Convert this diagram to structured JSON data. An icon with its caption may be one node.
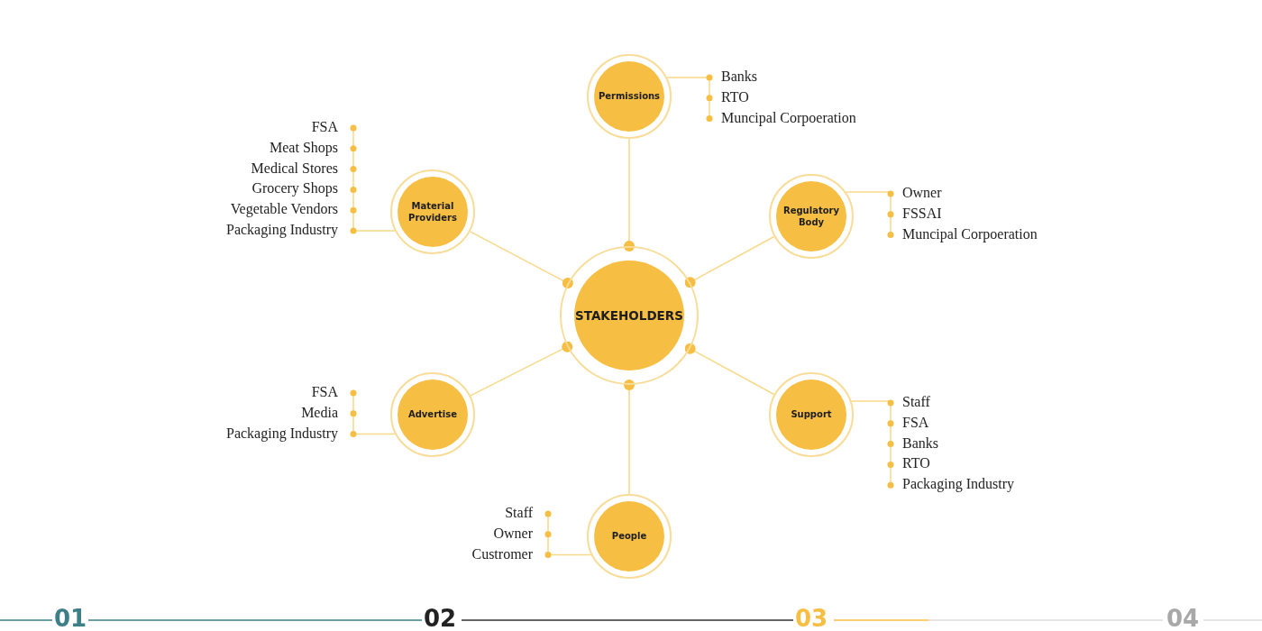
{
  "diagram": {
    "nodes": [
      {
        "text": [
          "STAKEHOLDERS"
        ]
      },
      {
        "text": [
          "Permissions"
        ],
        "beside": [
          "Banks",
          "RTO",
          "Muncipal Corpoeration"
        ]
      },
      {
        "text": [
          "Material Providers"
        ],
        "beside": [
          "FSA",
          "Meat Shops",
          "Medical Stores",
          "Grocery Shops",
          "Vegetable Vendors",
          "Packaging Industry"
        ]
      },
      {
        "text": [
          "Regulatory Body"
        ],
        "beside": [
          "Owner",
          "FSSAI",
          "Muncipal Corpoeration"
        ]
      },
      {
        "text": [
          "Advertise"
        ],
        "beside": [
          "FSA",
          "Media",
          "Packaging Industry"
        ]
      },
      {
        "text": [
          "Support"
        ],
        "beside": [
          "Staff",
          "FSA",
          "Banks",
          "RTO",
          "Packaging Industry"
        ]
      },
      {
        "text": [
          "People"
        ],
        "beside": [
          "Staff",
          "Owner",
          "Custromer"
        ]
      }
    ],
    "edges": [
      {
        "from": 0,
        "to": 1,
        "arrow": "other"
      },
      {
        "from": 0,
        "to": 2,
        "arrow": "other"
      },
      {
        "from": 0,
        "to": 3,
        "arrow": "other"
      },
      {
        "from": 0,
        "to": 4,
        "arrow": "other"
      },
      {
        "from": 0,
        "to": 5,
        "arrow": "other"
      },
      {
        "from": 0,
        "to": 6,
        "arrow": "other"
      }
    ],
    "labels": [
      "01",
      "02",
      "03",
      "04"
    ]
  }
}
